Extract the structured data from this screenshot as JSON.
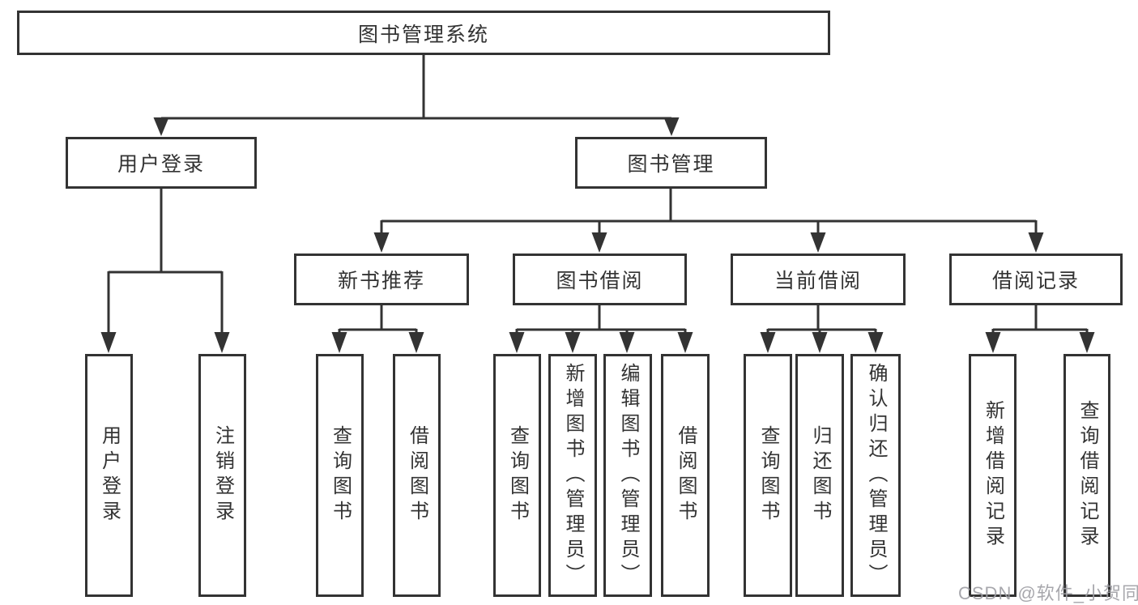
{
  "diagram_title": "图书管理系统",
  "tree": {
    "label": "图书管理系统",
    "children": [
      {
        "label": "用户登录",
        "children": [
          {
            "label": "用户登录"
          },
          {
            "label": "注销登录"
          }
        ]
      },
      {
        "label": "图书管理",
        "children": [
          {
            "label": "新书推荐",
            "children": [
              {
                "label": "查询图书"
              },
              {
                "label": "借阅图书"
              }
            ]
          },
          {
            "label": "图书借阅",
            "children": [
              {
                "label": "查询图书"
              },
              {
                "label": "新增图书（管理员）"
              },
              {
                "label": "编辑图书（管理员）"
              },
              {
                "label": "借阅图书"
              }
            ]
          },
          {
            "label": "当前借阅",
            "children": [
              {
                "label": "查询图书"
              },
              {
                "label": "归还图书"
              },
              {
                "label": "确认归还（管理员）"
              }
            ]
          },
          {
            "label": "借阅记录",
            "children": [
              {
                "label": "新增借阅记录"
              },
              {
                "label": "查询借阅记录"
              }
            ]
          }
        ]
      }
    ]
  },
  "watermark": "CSDN @软件_小贺同学",
  "colors": {
    "line": "#333333",
    "box_border": "#333333",
    "text": "#333333",
    "background": "#ffffff",
    "watermark": "#9e9ea4"
  }
}
